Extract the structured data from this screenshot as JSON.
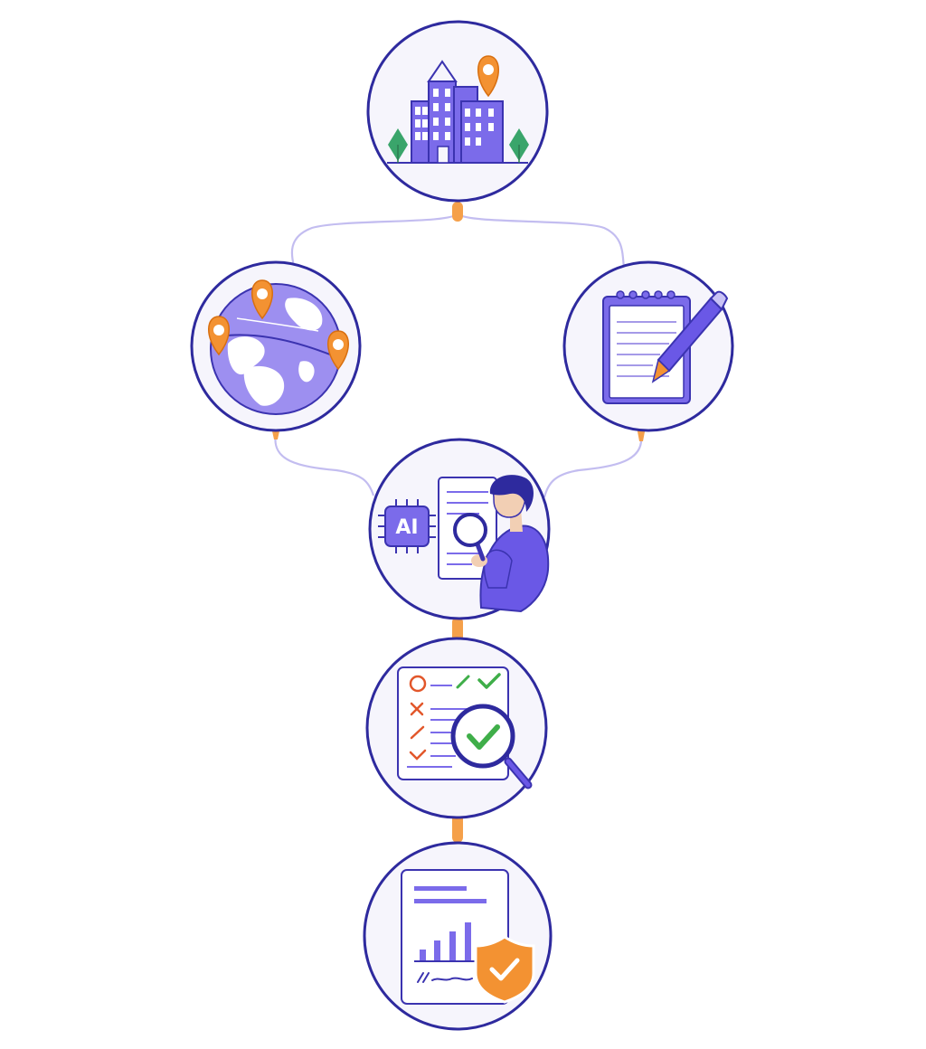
{
  "nodes": [
    {
      "id": "building",
      "icon": "office-building-location-icon"
    },
    {
      "id": "globe",
      "icon": "globe-locations-icon"
    },
    {
      "id": "notepad",
      "icon": "notepad-pencil-icon"
    },
    {
      "id": "ai",
      "icon": "ai-analyst-icon",
      "chip_label": "AI"
    },
    {
      "id": "checklist",
      "icon": "checklist-review-icon"
    },
    {
      "id": "report",
      "icon": "secure-report-icon"
    }
  ],
  "edges": [
    {
      "from": "building",
      "to": "globe"
    },
    {
      "from": "building",
      "to": "notepad"
    },
    {
      "from": "globe",
      "to": "ai"
    },
    {
      "from": "notepad",
      "to": "ai"
    },
    {
      "from": "ai",
      "to": "checklist"
    },
    {
      "from": "checklist",
      "to": "report"
    }
  ],
  "colors": {
    "primary": "#7b6bea",
    "outline": "#3b33b0",
    "ring": "#2e2a9e",
    "node_fill": "#f6f5fc",
    "connector": "#b9b2ea",
    "accent_orange": "#f39232",
    "accent_green": "#3aa56b",
    "check_green": "#3fae49",
    "mark_red": "#e2572b"
  }
}
